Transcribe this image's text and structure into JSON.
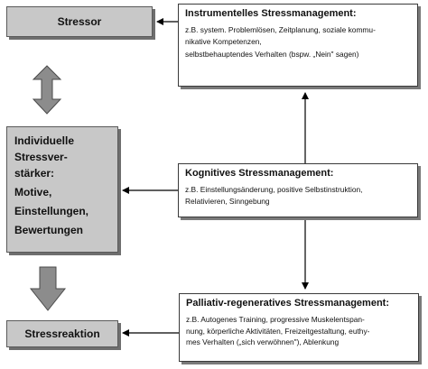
{
  "left": {
    "stressor": "Stressor",
    "verstaerker_lines": [
      "Individuelle",
      "Stressver-",
      "stärker:",
      "Motive,",
      "Einstellungen,",
      "Bewertungen"
    ],
    "reaktion": "Stressreaktion"
  },
  "right": {
    "instrumentell": {
      "title": "Instrumentelles Stressmanagement:",
      "lines": [
        "z.B. system. Problemlösen, Zeitplanung, soziale kommu-",
        "nikative Kompetenzen,",
        "selbstbehauptendes Verhalten (bspw. „Nein\" sagen)"
      ]
    },
    "kognitiv": {
      "title": "Kognitives Stressmanagement:",
      "lines": [
        "z.B.  Einstellungsänderung,  positive  Selbstinstruktion,",
        "Relativieren, Sinngebung"
      ]
    },
    "palliativ": {
      "title": "Palliativ-regeneratives Stressmanagement:",
      "lines": [
        "z.B.  Autogenes  Training,  progressive  Muskelentspan-",
        "nung,  körperliche  Aktivitäten,  Freizeitgestaltung,  euthy-",
        "mes Verhalten („sich verwöhnen\"), Ablenkung"
      ]
    }
  },
  "colors": {
    "left_box_fill": "#c8c8c8",
    "block_arrow_fill": "#8c8c8c",
    "line_color": "#000000"
  }
}
